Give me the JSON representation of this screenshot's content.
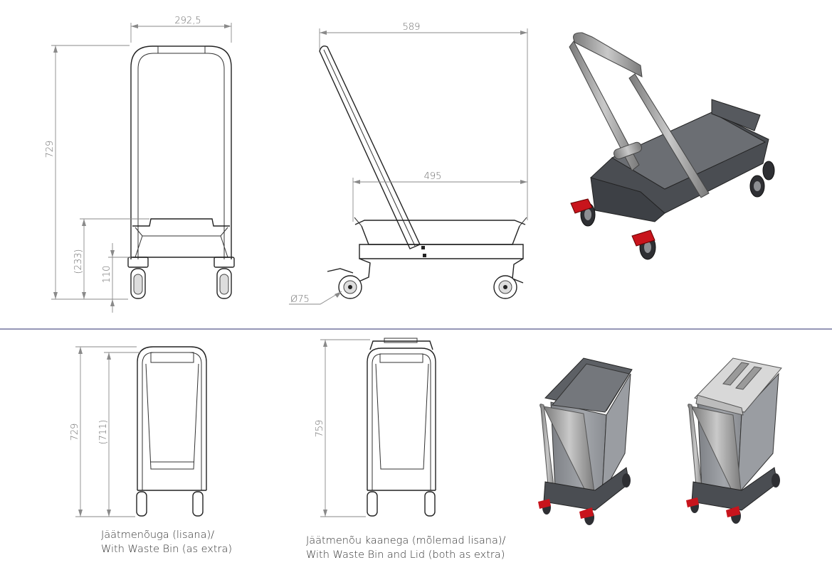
{
  "dimensions": {
    "front_width": "292,5",
    "front_height": "729",
    "front_platform_height": "233",
    "front_base_height": "110",
    "side_length": "589",
    "side_base_length": "495",
    "wheel_diameter": "Ø75",
    "bin_height": "729",
    "bin_inner_height": "711",
    "lid_height": "759"
  },
  "captions": {
    "bin_line1": "Jäätmenõuga (lisana)/",
    "bin_line2": "With Waste Bin (as extra)",
    "lid_line1": "Jäätmenõu kaanega (mõlemad lisana)/",
    "lid_line2": "With Waste Bin and Lid (both as extra)"
  },
  "colors": {
    "frame_gray": "#9a9a9a",
    "base_dark": "#4a4d52",
    "pedal_red": "#c8141c",
    "bin_gray": "#8f9297",
    "lid_light": "#d8d8d8",
    "separator": "#2b2d6e"
  }
}
